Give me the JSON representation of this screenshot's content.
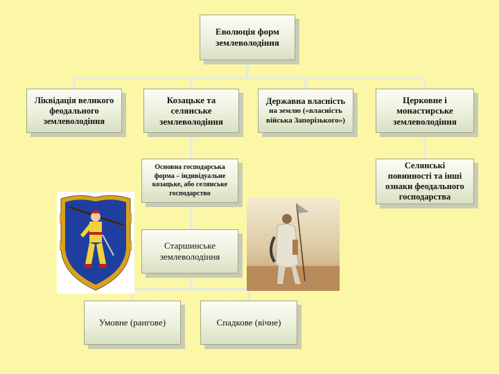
{
  "diagram": {
    "root": {
      "line1": "Еволюція форм",
      "line2": "землеволодіння"
    },
    "liquidation": {
      "line1": "Ліквідація великого",
      "line2": "феодального",
      "line3": "землеволодіння"
    },
    "cossack_peasant": {
      "line1": "Козацьке та",
      "line2": "селянське",
      "line3": "землеволодіння"
    },
    "state_property": {
      "line1": "Державна власність",
      "line2": "на землю («власність",
      "line3": "війська Запорізького»)"
    },
    "church": {
      "line1": "Церковне і",
      "line2": "монастирське",
      "line3": "землеволодіння"
    },
    "basic_form": {
      "line1": "Основна господарська",
      "line2": "форма – індивідуальне",
      "line3": "козацьке, або селянське",
      "line4": "господарство"
    },
    "peasant_duties": {
      "line1": "Селянські",
      "line2": "повинності та інші",
      "line3": "ознаки феодального",
      "line4": "господарства"
    },
    "elder": {
      "line1": "Старшинське",
      "line2": "землеволодіння"
    },
    "conditional": {
      "label": "Умовне (рангове)"
    },
    "hereditary": {
      "label": "Спадкове (вічне)"
    }
  },
  "colors": {
    "background": "#fbf7a6",
    "connector": "#e8ecd8",
    "box_border": "#9fa887",
    "shield": "#1f3fa0",
    "shield_frame": "#d8a21e"
  },
  "images": {
    "left": "coat-of-arms-cossack-with-musket",
    "right": "painting-cossack-peasant-in-field"
  }
}
